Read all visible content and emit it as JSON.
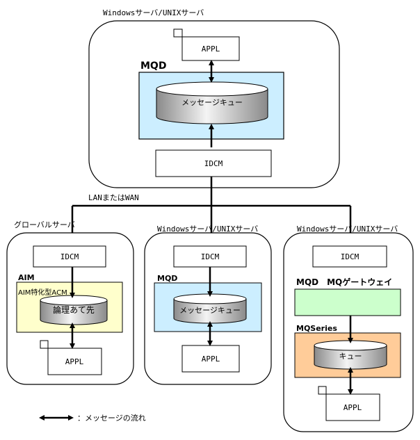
{
  "top_server": {
    "title": "Windowsサーバ/UNIXサーバ",
    "appl": "APPL",
    "mqd_label": "MQD",
    "queue": "メッセージキュー",
    "idcm": "IDCM"
  },
  "network_label": "LANまたはWAN",
  "global_server": {
    "title": "グローバルサーバ",
    "idcm": "IDCM",
    "aim_label": "AIM",
    "aim_sub": "AIM特化型ACM",
    "queue": "論理あて先",
    "appl": "APPL"
  },
  "mid_server": {
    "title": "Windowsサーバ/UNIXサーバ",
    "idcm": "IDCM",
    "mqd_label": "MQD",
    "queue": "メッセージキュー",
    "appl": "APPL"
  },
  "right_server": {
    "title": "Windowsサーバ/UNIXサーバ",
    "idcm": "IDCM",
    "gateway_label": "MQD　MQゲートウェイ",
    "mqseries_label": "MQSeries",
    "queue": "キュー",
    "appl": "APPL"
  },
  "legend": {
    "text": "：メッセージの流れ"
  },
  "colors": {
    "mqd_fill": "#cceeff",
    "aim_fill": "#ffffcc",
    "gateway_fill": "#ccffcc",
    "mqseries_fill": "#ffcc99"
  }
}
